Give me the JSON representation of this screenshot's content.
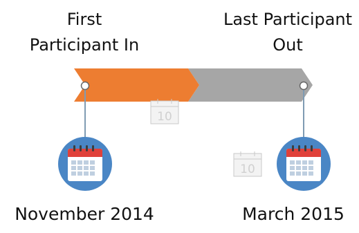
{
  "milestones": {
    "first": {
      "label_line1": "First",
      "label_line2": "Participant In",
      "date": "November 2014"
    },
    "last": {
      "label_line1": "Last Participant",
      "label_line2": "Out",
      "date": "March 2015"
    }
  },
  "watermark_icons": {
    "left_day": "10",
    "right_day": "10"
  },
  "colors": {
    "completed_segment": "#ED7D31",
    "remaining_segment": "#A6A6A6",
    "connector_line": "#7F9BB3",
    "calendar_badge": "#4A86C5",
    "calendar_header": "#E0413A"
  },
  "icons": [
    "calendar-icon",
    "milestone-dot-icon",
    "calendar-watermark-icon"
  ]
}
